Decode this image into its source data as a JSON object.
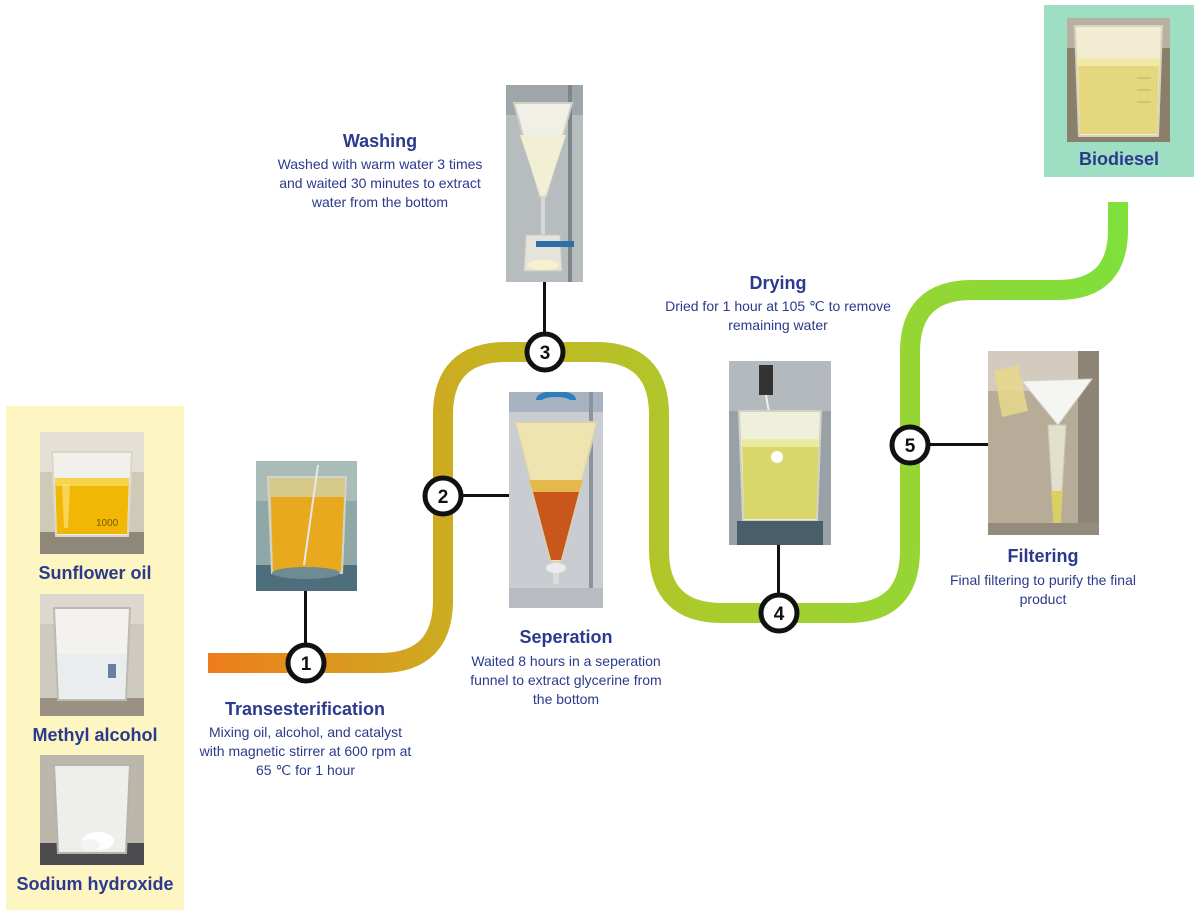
{
  "inputs": [
    {
      "label": "Sunflower oil",
      "icon": "beaker-oil-photo"
    },
    {
      "label": "Methyl alcohol",
      "icon": "beaker-alcohol-photo"
    },
    {
      "label": "Sodium hydroxide",
      "icon": "beaker-naoh-photo"
    }
  ],
  "output": {
    "label": "Biodiesel",
    "icon": "beaker-biodiesel-photo"
  },
  "steps": [
    {
      "number": "1",
      "title": "Transesterification",
      "description": "Mixing oil, alcohol, and catalyst with magnetic stirrer at 600 rpm at 65 ℃ for 1 hour"
    },
    {
      "number": "2",
      "title": "Seperation",
      "description": "Waited 8 hours in a seperation funnel to extract glycerine from the bottom"
    },
    {
      "number": "3",
      "title": "Washing",
      "description": "Washed with warm water 3 times and waited 30 minutes to extract water from the bottom"
    },
    {
      "number": "4",
      "title": "Drying",
      "description": "Dried for 1 hour at 105 ℃ to remove remaining water"
    },
    {
      "number": "5",
      "title": "Filtering",
      "description": "Final filtering to purify the final product"
    }
  ],
  "colors": {
    "pipe_start": "#ee7d1c",
    "pipe_mid": "#c9b021",
    "pipe_end": "#7fe03c",
    "title_text": "#2b3a8c",
    "inputs_panel": "#fdf6c3",
    "output_panel": "#9edfc4"
  }
}
